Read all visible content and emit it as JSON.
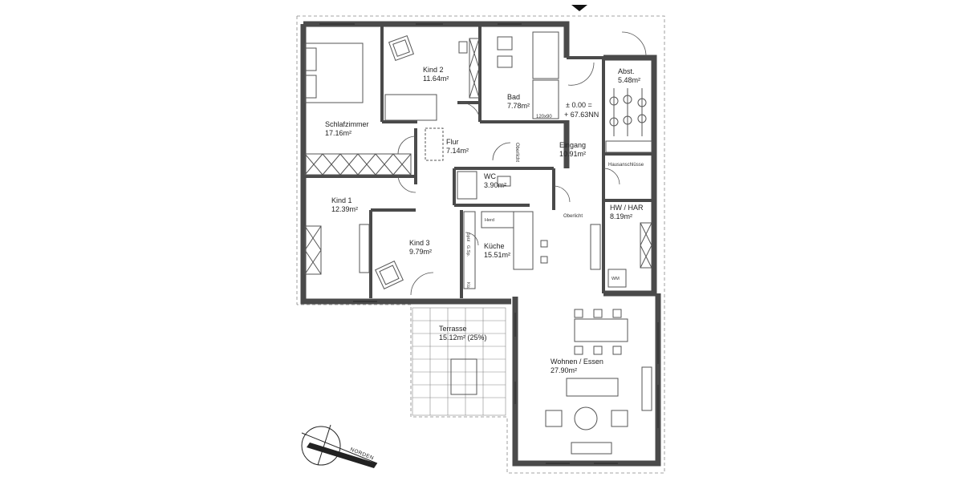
{
  "rooms": {
    "schlafzimmer": {
      "name": "Schlafzimmer",
      "area": "17.16m²"
    },
    "kind2": {
      "name": "Kind 2",
      "area": "11.64m²"
    },
    "bad": {
      "name": "Bad",
      "area": "7.78m²"
    },
    "flur": {
      "name": "Flur",
      "area": "7.14m²"
    },
    "wc": {
      "name": "WC",
      "area": "3.90m²"
    },
    "eingang": {
      "name": "Eingang",
      "area": "10.91m²"
    },
    "abst": {
      "name": "Abst.",
      "area": "5.48m²"
    },
    "hwhar": {
      "name": "HW / HAR",
      "area": "8.19m²"
    },
    "kind1": {
      "name": "Kind 1",
      "area": "12.39m²"
    },
    "kind3": {
      "name": "Kind 3",
      "area": "9.79m²"
    },
    "kueche": {
      "name": "Küche",
      "area": "15.51m²"
    },
    "terrasse": {
      "name": "Terrasse",
      "area": "15.12m² (25%)"
    },
    "wohnen": {
      "name": "Wohnen / Essen",
      "area": "27.90m²"
    }
  },
  "annotations": {
    "elevation_line1": "± 0.00 =",
    "elevation_line2": "+ 67.63NN",
    "shower": "120x90",
    "oberlicht_vertical": "Oberlicht",
    "oberlicht_horizontal": "Oberlicht",
    "hausanschluesse": "Hausanschlüsse",
    "herd": "Herd",
    "spul": "Spül",
    "gschs": "G.Sp.",
    "kue": "Kü.",
    "wm": "WM"
  },
  "compass": {
    "label": "NORDEN"
  },
  "colors": {
    "wall": "#4a4a4a",
    "line": "#555555",
    "dashed": "#888888"
  }
}
